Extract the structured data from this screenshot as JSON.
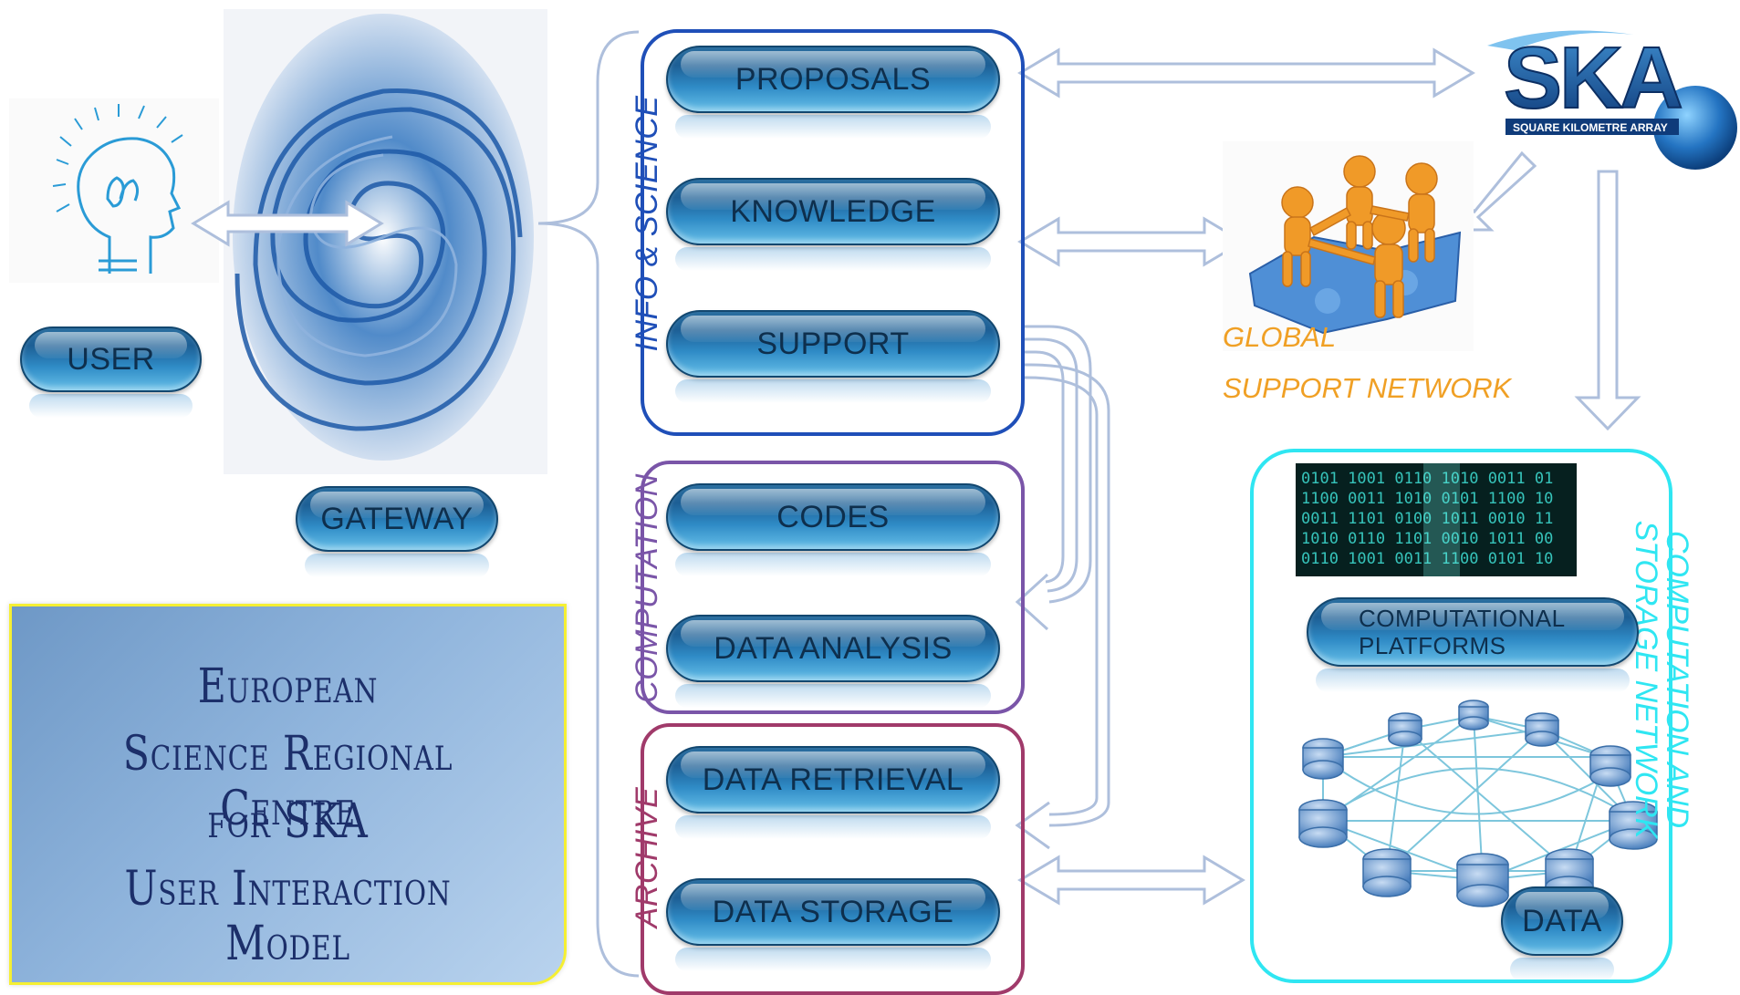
{
  "user": {
    "label": "USER"
  },
  "gateway": {
    "label": "GATEWAY"
  },
  "groups": {
    "info": {
      "label": "INFO & SCIENCE",
      "items": [
        "PROPOSALS",
        "KNOWLEDGE",
        "SUPPORT"
      ]
    },
    "computation": {
      "label": "COMPUTATION",
      "items": [
        "CODES",
        "DATA ANALYSIS"
      ]
    },
    "archive": {
      "label": "ARCHIVE",
      "items": [
        "DATA RETRIEVAL",
        "DATA STORAGE"
      ]
    }
  },
  "ska": {
    "logo_text": "SKA",
    "logo_subtitle": "SQUARE KILOMETRE ARRAY"
  },
  "support_network": {
    "line1": "GLOBAL",
    "line2": "SUPPORT NETWORK"
  },
  "storage_network": {
    "label_line1": "COMPUTATION AND",
    "label_line2": "STORAGE NETWORK",
    "platforms_line1": "COMPUTATIONAL",
    "platforms_line2": "PLATFORMS",
    "data_label": "DATA"
  },
  "caption": {
    "line1": "European",
    "line2": "Science Regional Centre",
    "line3": "for SKA",
    "line4": "User Interaction Model"
  },
  "colors": {
    "info_border": "#1f4fb8",
    "computation_border": "#7a55a8",
    "archive_border": "#a03a6a",
    "storage_border": "#2fe6f2",
    "support_text": "#f0a025",
    "caption_border": "#f5ef33",
    "arrow_stroke": "#aebfdc"
  },
  "icons": [
    "lightbulb-head-icon",
    "spiral-gateway-icon",
    "people-puzzle-icon",
    "binary-code-icon",
    "database-network-icon",
    "ska-logo"
  ]
}
